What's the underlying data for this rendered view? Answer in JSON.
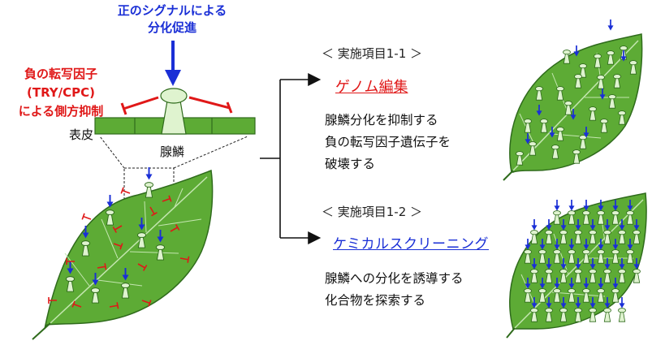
{
  "positive_signal": {
    "line1": "正のシグナルによる",
    "line2": "分化促進"
  },
  "negative_factor": {
    "line1": "負の転写因子",
    "line2": "(TRY/CPC)",
    "line3": "による側方抑制"
  },
  "labels": {
    "epidermis": "表皮",
    "glandular_trichome": "腺鱗"
  },
  "item1": {
    "header": "＜ 実施項目1-1 ＞",
    "title": "ゲノム編集",
    "desc": [
      "腺鱗分化を抑制する",
      "負の転写因子遺伝子を",
      "破壊する"
    ]
  },
  "item2": {
    "header": "＜ 実施項目1-2 ＞",
    "title": "ケミカルスクリーニング",
    "desc": [
      "腺鱗への分化を誘導する",
      "化合物を探索する"
    ]
  },
  "colors": {
    "leaf": "#5dab35",
    "leaf_dark": "#2f6b1c",
    "trichome": "#dff3cf",
    "arrow_blue": "#1a2fd6",
    "inhibit_red": "#e01818"
  }
}
